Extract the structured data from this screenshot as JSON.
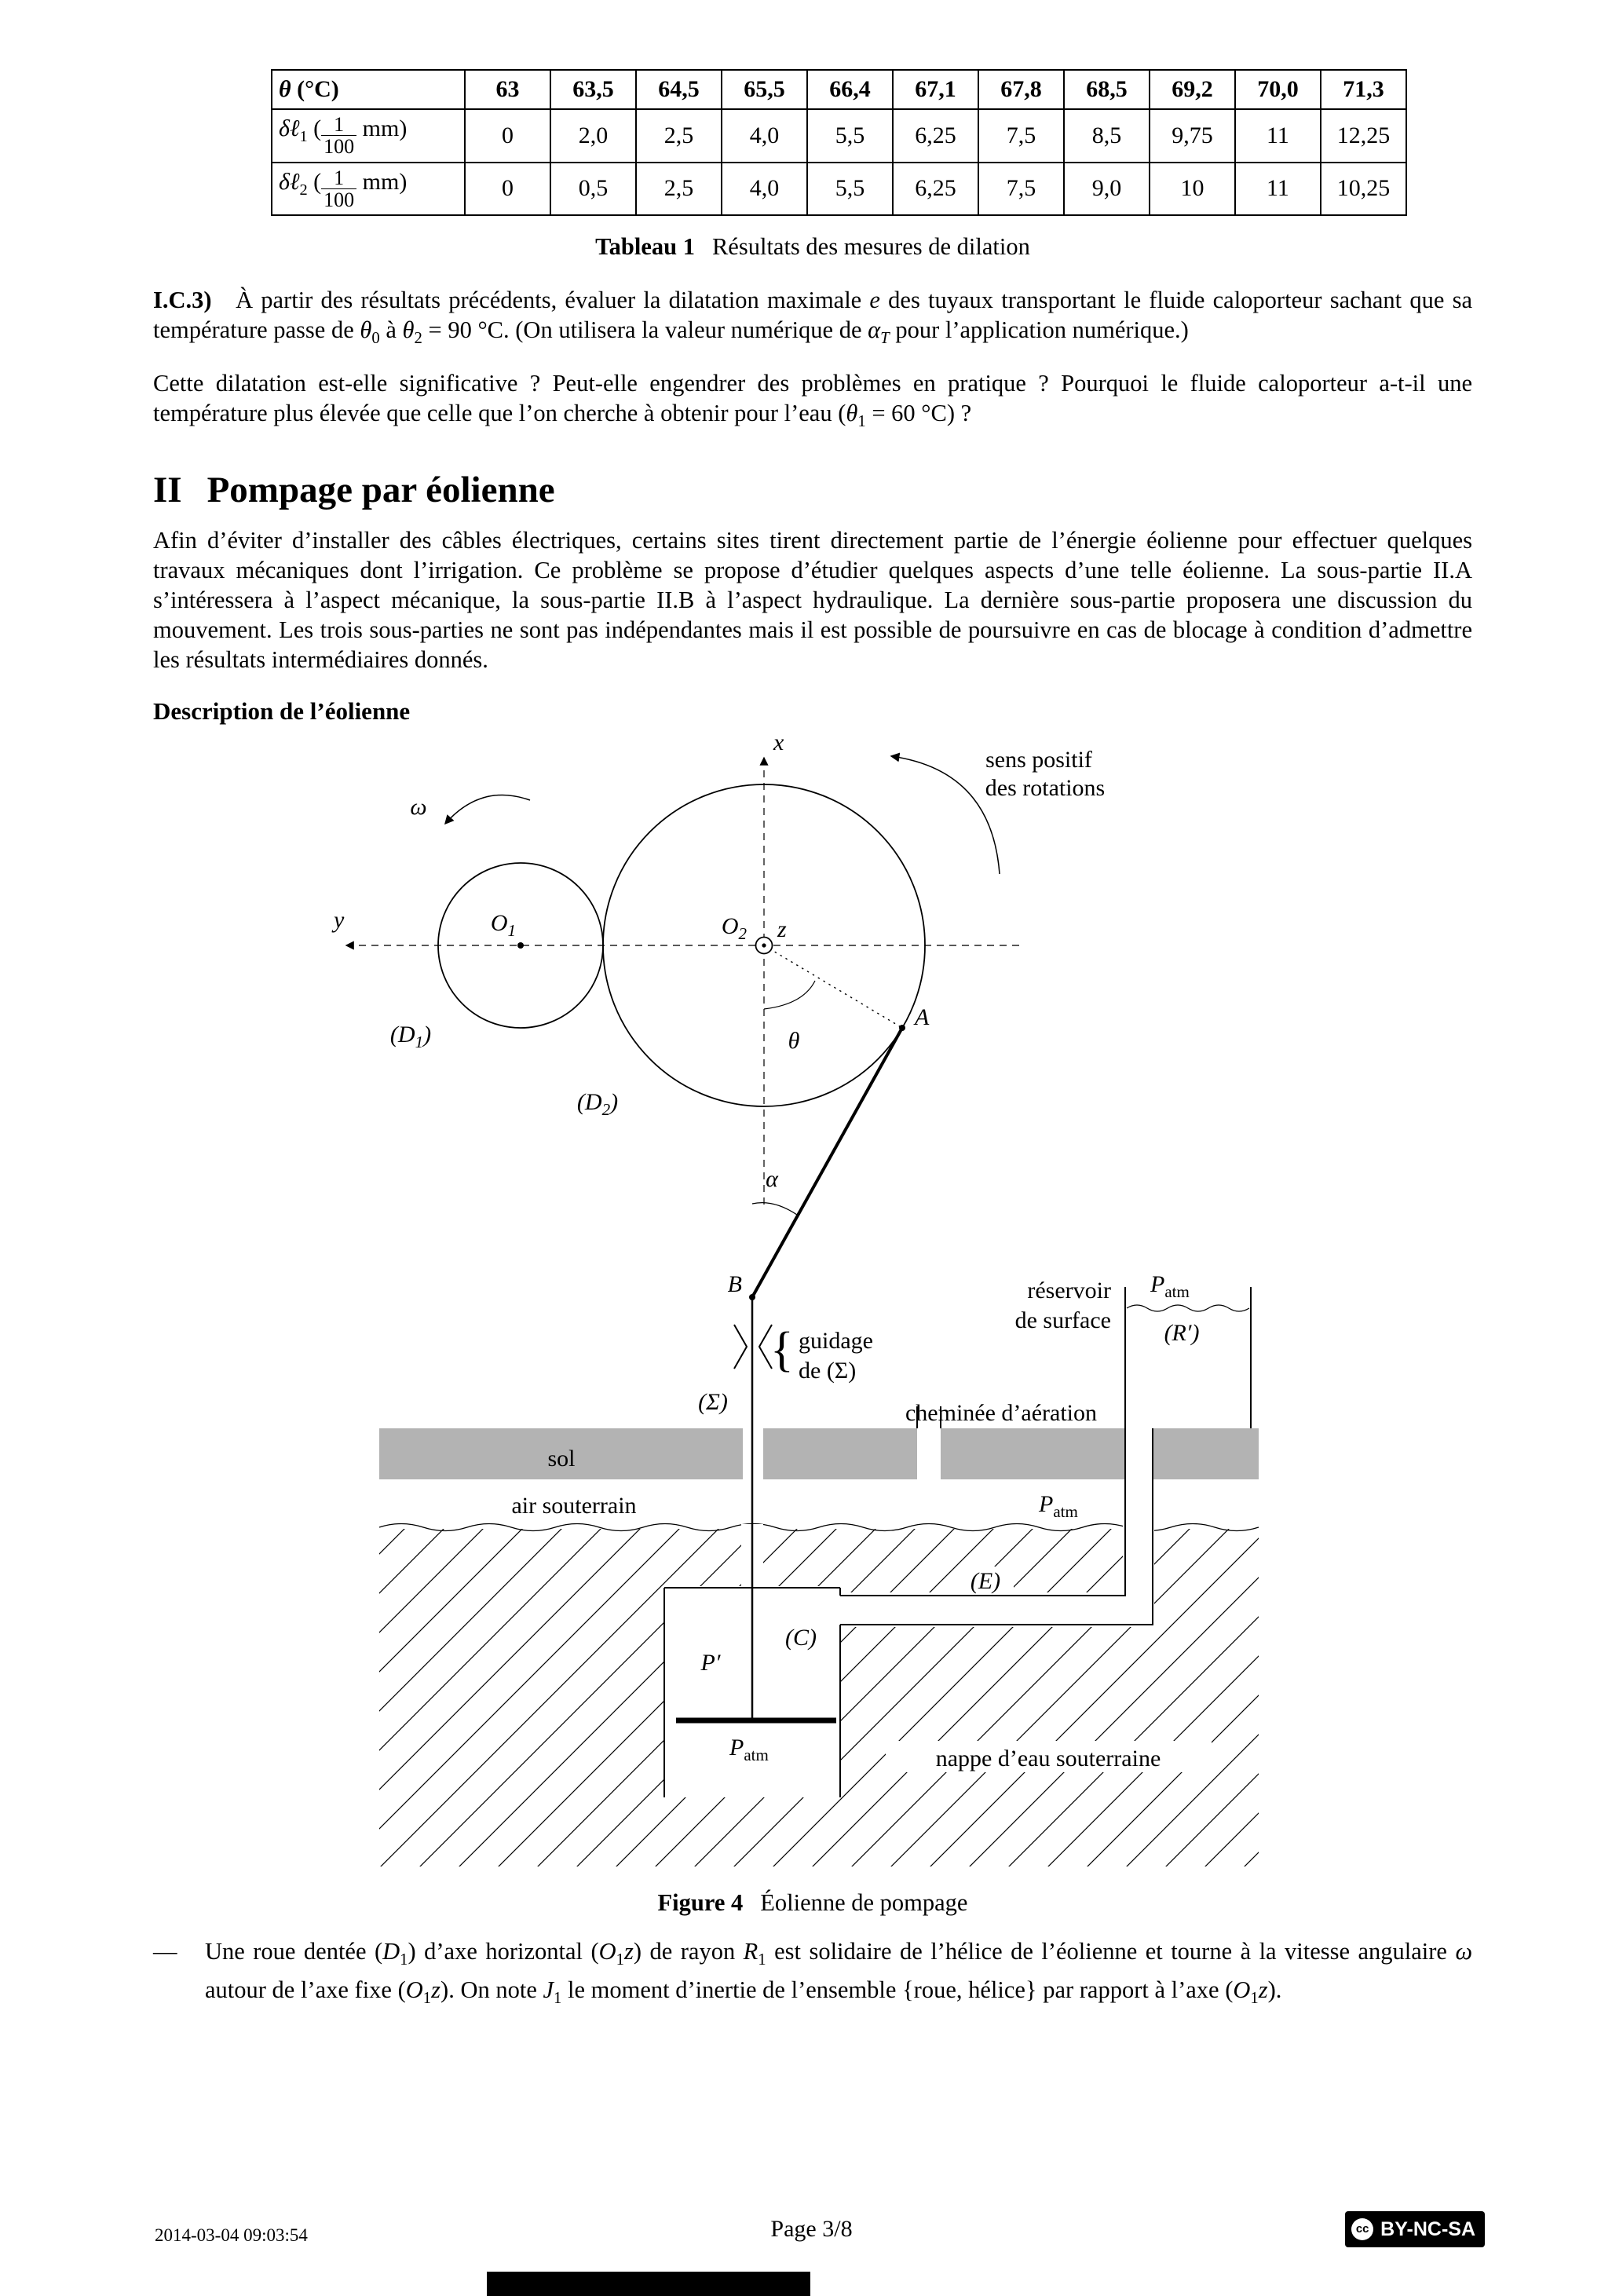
{
  "table": {
    "header_label_html": "<i>θ</i> (°C)",
    "col_headers": [
      "63",
      "63,5",
      "64,5",
      "65,5",
      "66,4",
      "67,1",
      "67,8",
      "68,5",
      "69,2",
      "70,0",
      "71,3"
    ],
    "rows": [
      {
        "label_html": "<i>δℓ</i><sub>1</sub> (<span class='frac'><span class='fnum'>1</span><span class='fden'>100</span></span> mm)",
        "values": [
          "0",
          "2,0",
          "2,5",
          "4,0",
          "5,5",
          "6,25",
          "7,5",
          "8,5",
          "9,75",
          "11",
          "12,25"
        ]
      },
      {
        "label_html": "<i>δℓ</i><sub>2</sub> (<span class='frac'><span class='fnum'>1</span><span class='fden'>100</span></span> mm)",
        "values": [
          "0",
          "0,5",
          "2,5",
          "4,0",
          "5,5",
          "6,25",
          "7,5",
          "9,0",
          "10",
          "11",
          "10,25"
        ]
      }
    ],
    "caption_label": "Tableau 1",
    "caption_text": "Résultats des mesures de dilation"
  },
  "text": {
    "p1_html": "<b>I.C.3)</b>&emsp;À partir des résultats précédents, évaluer la dilatation maximale <i>e</i> des tuyaux transportant le fluide caloporteur sachant que sa température passe de <i>θ</i><sub>0</sub> à <i>θ</i><sub>2</sub> = 90 °C. (On utilisera la valeur numérique de <i>α<sub>T</sub></i> pour l’application numérique.)",
    "p2_html": "Cette dilatation est-elle significative ? Peut-elle engendrer des problèmes en pratique ? Pourquoi le fluide caloporteur a-t-il une température plus élevée que celle que l’on cherche à obtenir pour l’eau (<i>θ</i><sub>1</sub> = 60 °C) ?",
    "section_number": "II",
    "section_title": "Pompage par éolienne",
    "p3_html": "Afin d’éviter d’installer des câbles électriques, certains sites tirent directement partie de l’énergie éolienne pour effectuer quelques travaux mécaniques dont l’irrigation. Ce problème se propose d’étudier quelques aspects d’une telle éolienne. La sous-partie II.A s’intéressera à l’aspect mécanique, la sous-partie II.B à l’aspect hydraulique. La dernière sous-partie proposera une discussion du mouvement. Les trois sous-parties ne sont pas indépendantes mais il est possible de poursuivre en cas de blocage à condition d’admettre les résultats intermédiaires donnés.",
    "description_heading": "Description de l’éolienne",
    "bullet_dash": "—",
    "bullet1_html": "Une roue dentée (<i>D</i><sub>1</sub>) d’axe horizontal (<i>O</i><sub>1</sub><i>z</i>) de rayon <i>R</i><sub>1</sub> est solidaire de l’hélice de l’éolienne et tourne à la vitesse angulaire <i>ω</i> autour de l’axe fixe (<i>O</i><sub>1</sub><i>z</i>). On note <i>J</i><sub>1</sub> le moment d’inertie de l’ensemble {roue, hélice} par rapport à l’axe (<i>O</i><sub>1</sub><i>z</i>)."
  },
  "figure": {
    "caption_label": "Figure 4",
    "caption_text": "Éolienne de pompage",
    "labels": {
      "x": "x",
      "y": "y",
      "z": "z",
      "omega": "ω",
      "theta": "θ",
      "alpha": "α",
      "O": "O",
      "s1": "1",
      "s2": "2",
      "A": "A",
      "B": "B",
      "Dpre": "(D",
      "close": ")",
      "sens_line1": "sens positif",
      "sens_line2": "des rotations",
      "brace": "{",
      "guid1": "guidage",
      "guid2": "de (Σ)",
      "sigma": "(Σ)",
      "res1": "réservoir",
      "res2": "de surface",
      "Rp": "(R′)",
      "chem": "cheminée d’aération",
      "sol": "sol",
      "air": "air souterrain",
      "P": "P",
      "atm": "atm",
      "E": "(E)",
      "C": "(C)",
      "Pp": "P′",
      "nappe": "nappe d’eau souterraine"
    }
  },
  "footer": {
    "timestamp": "2014-03-04 09:03:54",
    "page": "Page 3/8",
    "cc": "cc",
    "license": "BY-NC-SA"
  }
}
